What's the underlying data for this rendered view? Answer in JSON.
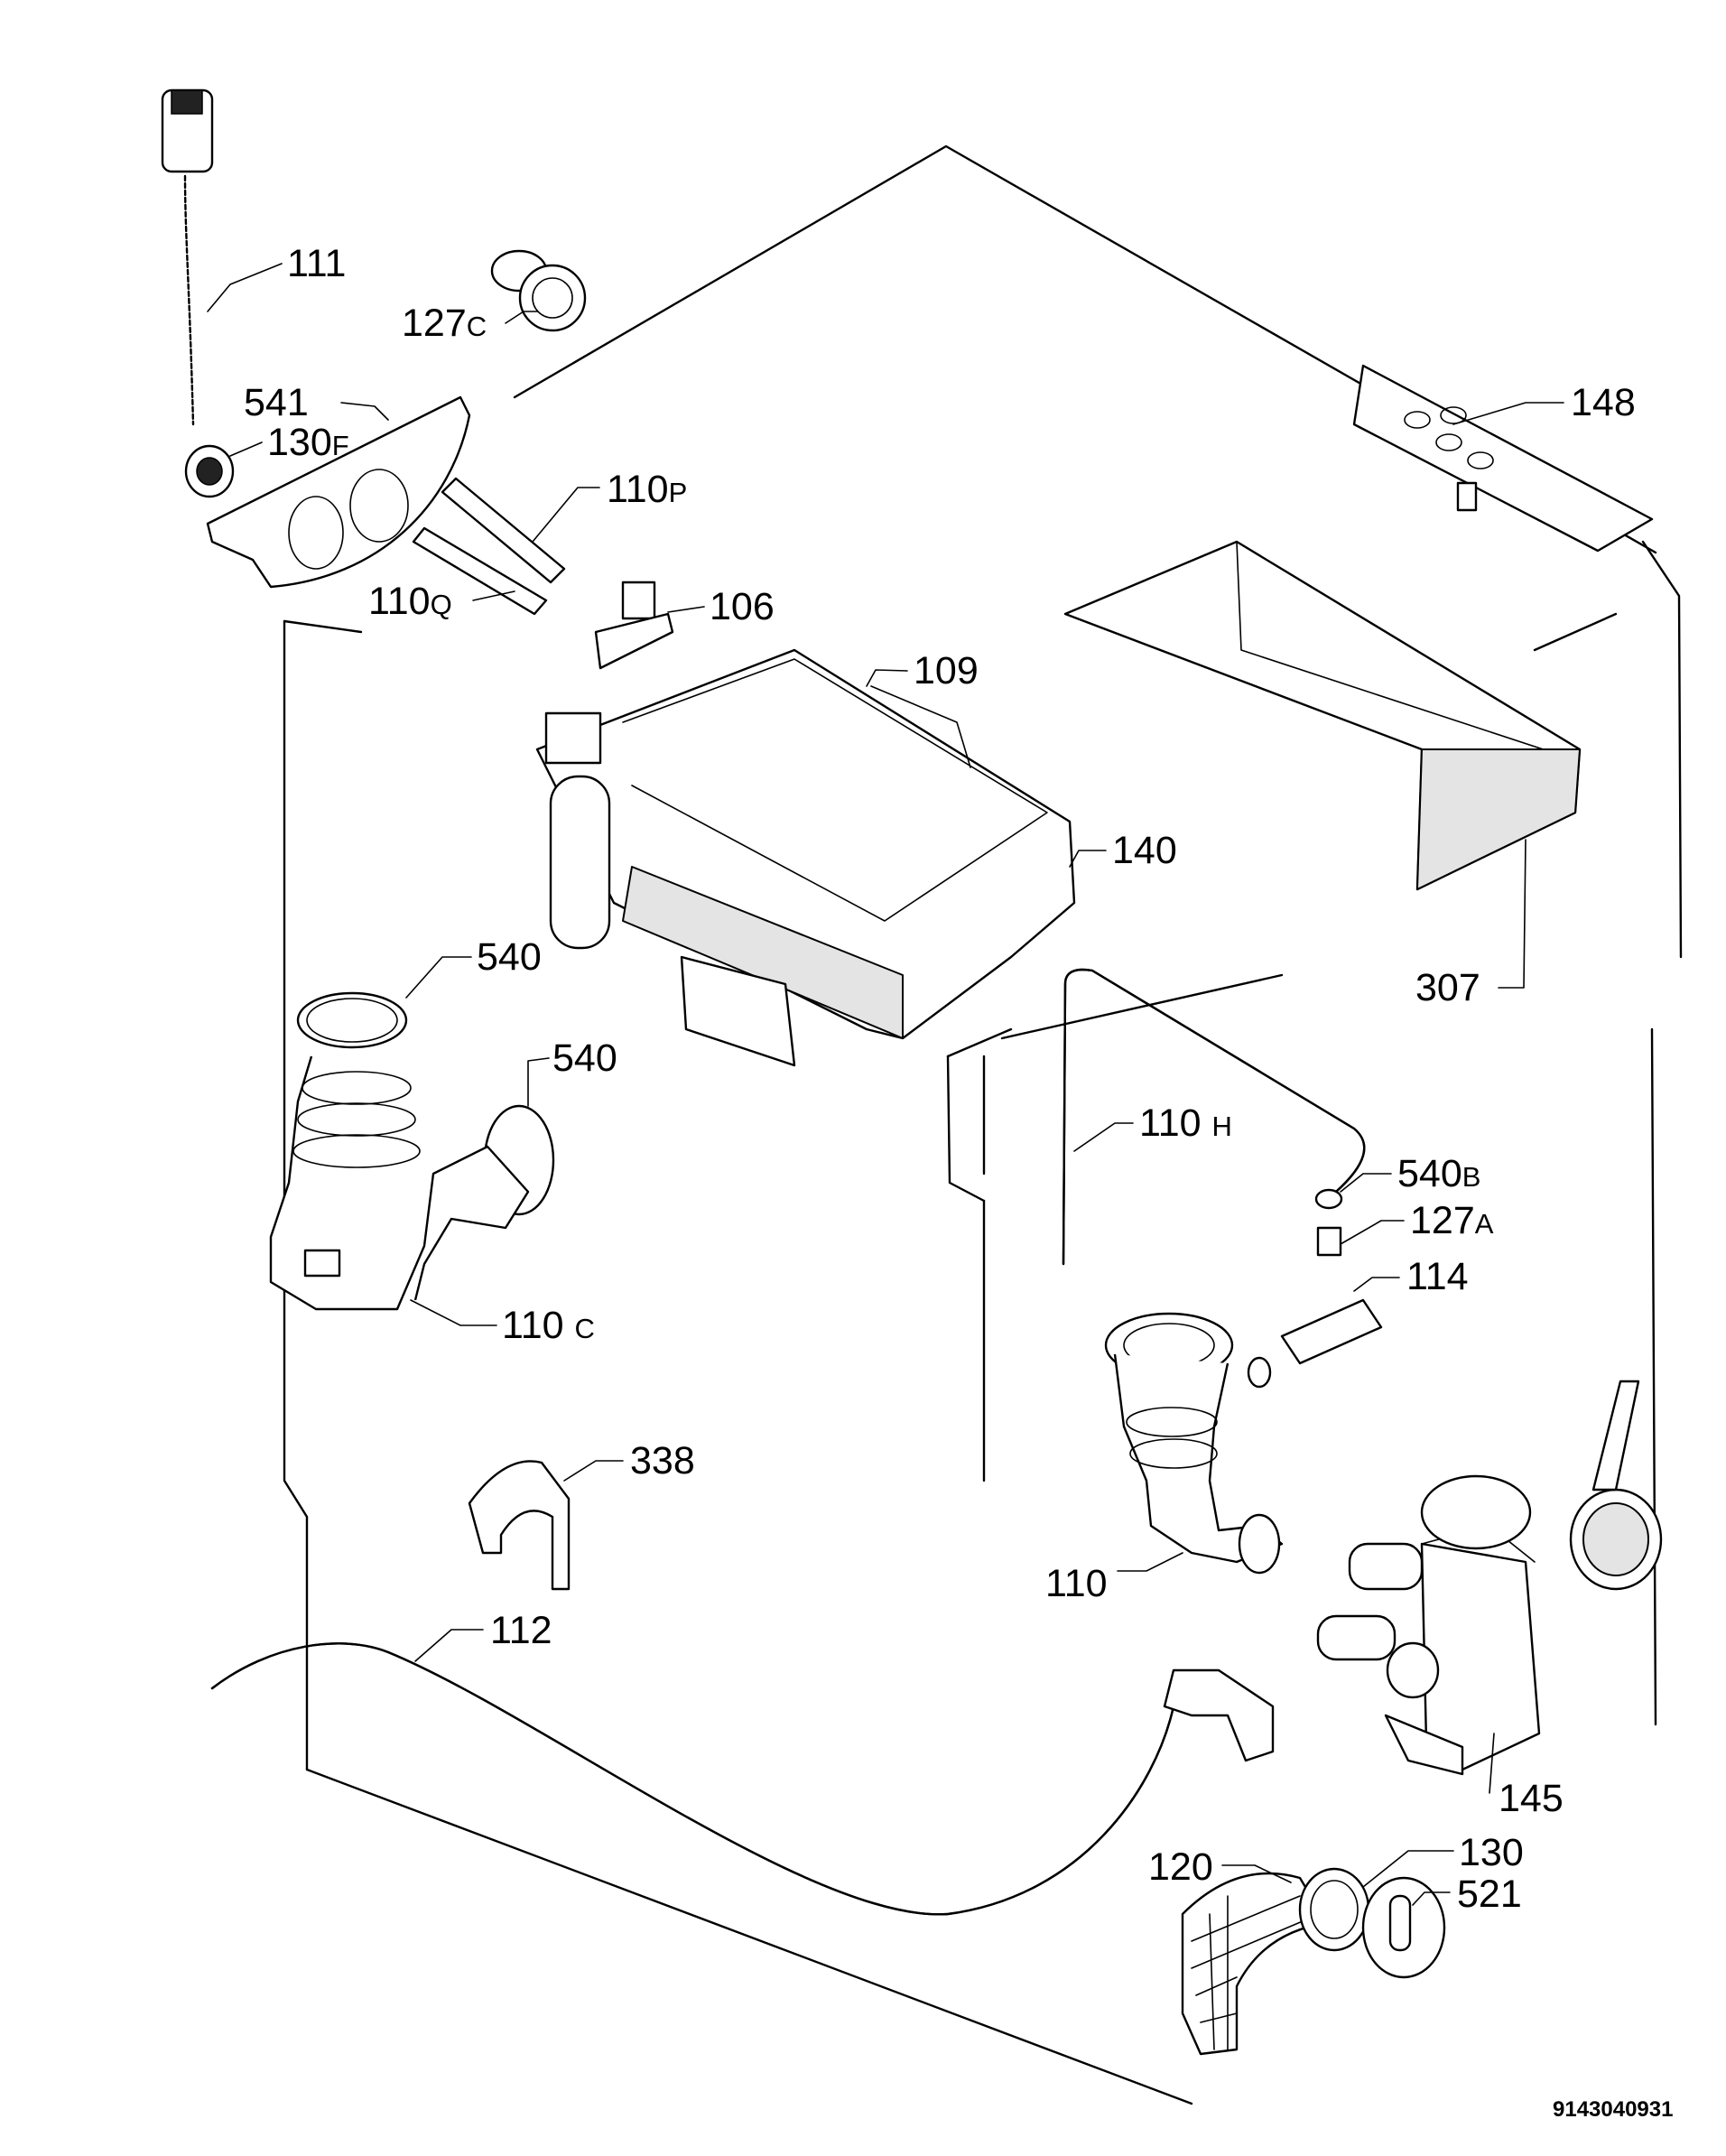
{
  "callouts": [
    {
      "id": "111",
      "num": "111",
      "suffix": ""
    },
    {
      "id": "127c",
      "num": "127",
      "suffix": "C"
    },
    {
      "id": "541",
      "num": "541",
      "suffix": ""
    },
    {
      "id": "130f",
      "num": "130",
      "suffix": "F"
    },
    {
      "id": "110p",
      "num": "110",
      "suffix": "P"
    },
    {
      "id": "110q",
      "num": "110",
      "suffix": "Q"
    },
    {
      "id": "106",
      "num": "106",
      "suffix": ""
    },
    {
      "id": "109",
      "num": "109",
      "suffix": ""
    },
    {
      "id": "148",
      "num": "148",
      "suffix": ""
    },
    {
      "id": "140",
      "num": "140",
      "suffix": ""
    },
    {
      "id": "307",
      "num": "307",
      "suffix": ""
    },
    {
      "id": "540a",
      "num": "540",
      "suffix": ""
    },
    {
      "id": "540b",
      "num": "540",
      "suffix": ""
    },
    {
      "id": "110h",
      "num": "110",
      "suffix": "H"
    },
    {
      "id": "540bb",
      "num": "540",
      "suffix": "B"
    },
    {
      "id": "127a",
      "num": "127",
      "suffix": "A"
    },
    {
      "id": "114",
      "num": "114",
      "suffix": ""
    },
    {
      "id": "110c",
      "num": "110",
      "suffix": "C"
    },
    {
      "id": "338",
      "num": "338",
      "suffix": ""
    },
    {
      "id": "110",
      "num": "110",
      "suffix": ""
    },
    {
      "id": "112",
      "num": "112",
      "suffix": ""
    },
    {
      "id": "145",
      "num": "145",
      "suffix": ""
    },
    {
      "id": "130",
      "num": "130",
      "suffix": ""
    },
    {
      "id": "120",
      "num": "120",
      "suffix": ""
    },
    {
      "id": "521",
      "num": "521",
      "suffix": ""
    }
  ],
  "drawing_code": "9143040931"
}
